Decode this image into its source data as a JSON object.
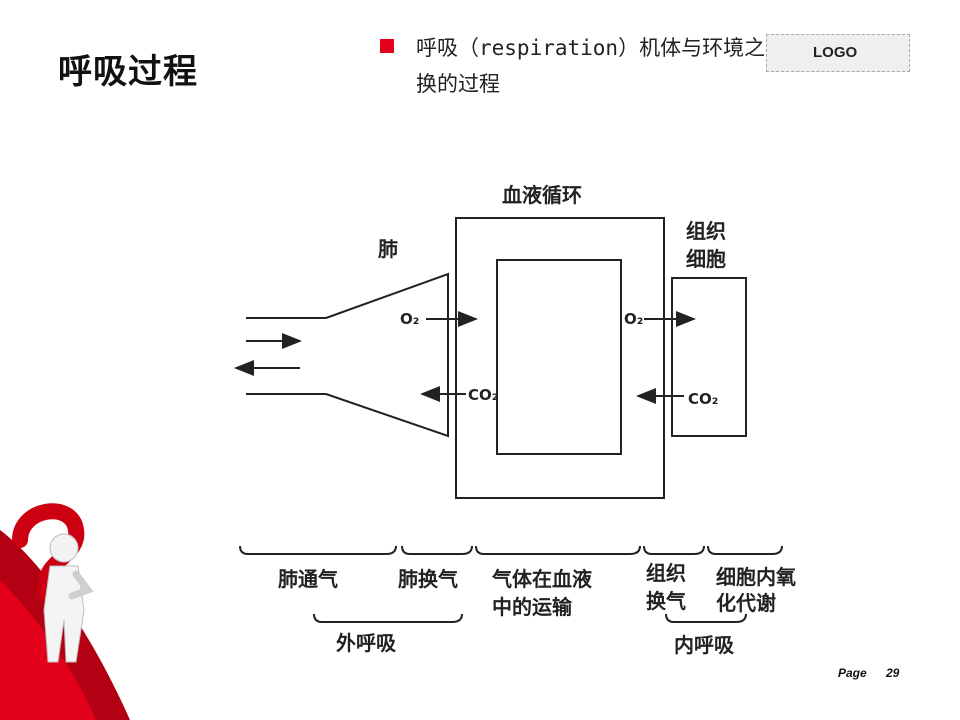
{
  "slide": {
    "title": "呼吸过程",
    "bullet": "呼吸（respiration）机体与环境之间进行气体交换的过程",
    "logo": "LOGO",
    "page_label": "Page",
    "page_number": "29",
    "accent_color": "#e3001b"
  },
  "diagram": {
    "circulation_label": "血液循环",
    "lung_label": "肺",
    "tissue_label_line1": "组织",
    "tissue_label_line2": "细胞",
    "o2_left": "O₂",
    "co2_left": "CO₂",
    "o2_right": "O₂",
    "co2_right": "CO₂",
    "stages": [
      "肺通气",
      "肺换气",
      "气体在血液",
      "中的运输",
      "组织",
      "换气",
      "细胞内氧",
      "化代谢"
    ],
    "groups": [
      "外呼吸",
      "内呼吸"
    ]
  },
  "decoration": {
    "icon": "question-mark-figure-icon"
  }
}
